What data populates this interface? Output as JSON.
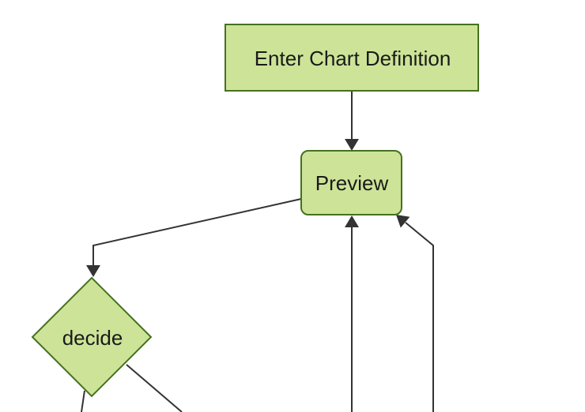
{
  "diagram": {
    "type": "flowchart",
    "direction": "top-down",
    "background_color": "#ffffff",
    "node_fill_color": "#cde498",
    "node_border_color": "#46711f",
    "edge_color": "#333333",
    "label_color": "#1a1a1a",
    "nodes": [
      {
        "id": "enter-chart-definition",
        "label": "Enter Chart Definition",
        "shape": "rectangle"
      },
      {
        "id": "preview",
        "label": "Preview",
        "shape": "rounded-rectangle"
      },
      {
        "id": "decide",
        "label": "decide",
        "shape": "diamond"
      }
    ],
    "edges": [
      {
        "from": "enter-chart-definition",
        "to": "preview",
        "arrow": true
      },
      {
        "from": "preview",
        "to": "decide",
        "arrow": true
      },
      {
        "from": "offscreen-bottom-center",
        "to": "preview",
        "arrow": true
      },
      {
        "from": "offscreen-bottom-right",
        "to": "preview",
        "arrow": true
      },
      {
        "from": "decide",
        "to": "offscreen-bottom-left",
        "arrow": false
      },
      {
        "from": "decide",
        "to": "offscreen-bottom-right",
        "arrow": false
      }
    ]
  }
}
